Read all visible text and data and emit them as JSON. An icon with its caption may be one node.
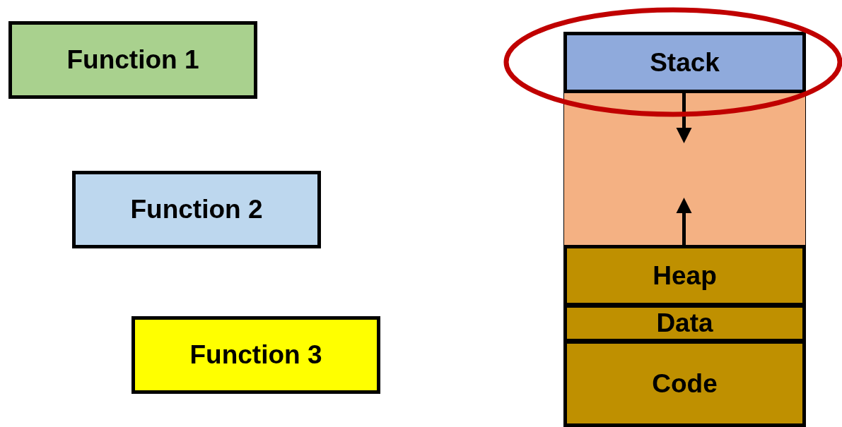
{
  "diagram": {
    "nodes": [
      {
        "text": [
          "Function 1"
        ]
      },
      {
        "text": [
          "Function 2"
        ]
      },
      {
        "text": [
          "Function 3"
        ]
      },
      {
        "text": [
          "Stack"
        ]
      },
      {
        "text": [],
        "shape": "box"
      },
      {
        "text": [
          "Heap"
        ]
      },
      {
        "text": [
          "Data"
        ]
      },
      {
        "text": [
          "Code"
        ]
      }
    ],
    "edges": [
      {
        "from": 3,
        "to": 4,
        "arrow": "to"
      },
      {
        "from": 5,
        "to": 4,
        "arrow": "to"
      }
    ]
  }
}
